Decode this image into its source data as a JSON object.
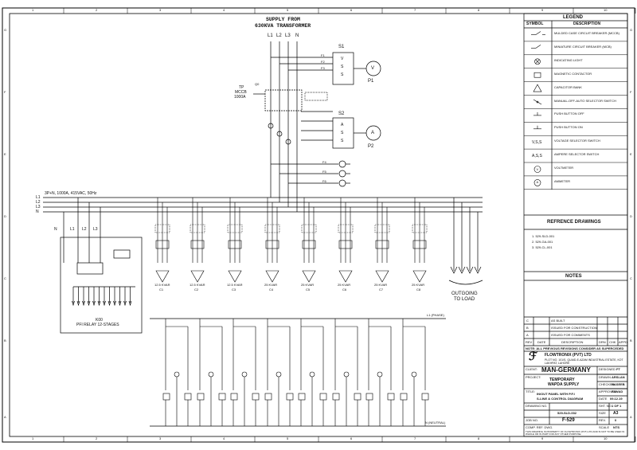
{
  "header": {
    "supply_line1": "SUPPLY FROM",
    "supply_line2": "630KVA TRANSFORMER",
    "phases": [
      "L1",
      "L2",
      "L3",
      "N"
    ]
  },
  "main_breaker": {
    "label_line1": "TP",
    "label_line2": "MCCB",
    "label_line3": "1000A",
    "tag": "Q0"
  },
  "selector_labels": {
    "s1": "S1",
    "s2": "S2",
    "p1": "P1",
    "p2": "P2",
    "v": "V",
    "a": "A",
    "vss": [
      "V",
      "S",
      "S"
    ],
    "ass": [
      "A",
      "S",
      "S"
    ]
  },
  "fuses": [
    "F1",
    "F2",
    "F3",
    "F4",
    "F5",
    "F6"
  ],
  "busbar": {
    "description": "3P+N, 1000A, 415VAC, 50Hz",
    "lines": [
      "L1",
      "L2",
      "L3",
      "N"
    ]
  },
  "relay": {
    "label_line1": "K00",
    "label_line2": "PFI RELAY 12-STAGES",
    "inputs": [
      "N",
      "L1",
      "L2",
      "L3"
    ]
  },
  "outgoing": {
    "line1": "OUTGOING",
    "line2": "TO LOAD"
  },
  "control": {
    "phase_label": "L1 (PHASE)",
    "neutral_label": "N (NEUTRAL)"
  },
  "legend": {
    "title": "LEGEND",
    "col_symbol": "SYMBOL",
    "col_desc": "DESCRIPTION",
    "items": [
      {
        "symbol": "mccb-icon",
        "desc": "MULDED CASE CIRCUIT BREAKER (MCCB)"
      },
      {
        "symbol": "mcb-icon",
        "desc": "MINIATURE CIRCUIT BREAKER (MCB)"
      },
      {
        "symbol": "indicating-light-icon",
        "desc": "INDICATING LIGHT"
      },
      {
        "symbol": "contactor-icon",
        "desc": "MAGNETIC CONTACTOR"
      },
      {
        "symbol": "capacitor-bank-icon",
        "desc": "CAPACITOR BANK"
      },
      {
        "symbol": "selector-switch-icon",
        "desc": "MANUAL-OFF-AUTO SELECTOR SWITCH"
      },
      {
        "symbol": "push-off-icon",
        "desc": "PUSH BUTTON OFF"
      },
      {
        "symbol": "push-on-icon",
        "desc": "PUSH BUTTON ON"
      },
      {
        "symbol": "V,S,S",
        "desc": "VOLTAGE SELECTOR SWITCH"
      },
      {
        "symbol": "A,S,S",
        "desc": "AMPERE SELECTOR SWITCH"
      },
      {
        "symbol": "V",
        "desc": "VOLTMETER"
      },
      {
        "symbol": "A",
        "desc": "AMMETER"
      }
    ]
  },
  "references": {
    "title": "REFRENCE DRAWINGS",
    "items": [
      "1.   529-SLD-001",
      "2.   529-GA-001",
      "3.   529-CL-001"
    ]
  },
  "notes": {
    "title": "NOTES"
  },
  "revisions": {
    "rows": [
      "AS BUILT",
      "ISSUED FOR CONSTRUCTION",
      "ISSUED FOR COMMENTS"
    ],
    "codes": [
      "C",
      "B",
      "A"
    ],
    "header": [
      "REV",
      "DATE",
      "DESCRIPTION",
      "DRN",
      "CHK",
      "APPD"
    ],
    "note": "NOTE:  ALL PREVIOUS REVISIONS CONSIDER AS SUPERCEDED"
  },
  "company": {
    "name": "FLOWTRONIX (PVT) LTD",
    "address": "PLOT NO. 101/S, QUAID-E-AZAM INDUSTRIAL ESTATE, KOT LAKHPAT, LAHORE"
  },
  "title_block": {
    "client_label": "CLIENT:",
    "client": "MAN-GERMANY",
    "project_label": "PROJECT:",
    "project_line1": "TEMPORARY",
    "project_line2": "WAPDA SUPPLY",
    "title_label": "TITLE:",
    "title_line1": "IN/OUT PANEL WITH P.F.I",
    "title_line2": "S-LINE & CONTROL DIAGRAM",
    "drawing_label": "DRAWING NO.",
    "drawing_no": "529-SLD-002",
    "job_label": "JOB NO.",
    "job_no": "F-529",
    "comp_label": "COMP. REF. DWG.",
    "designed_label": "DESIGNED",
    "designed": "FT",
    "drawn_label": "DRAWN",
    "drawn": "ARSLAN",
    "checked_label": "CHECKED",
    "checked": "HASEEB",
    "approved_label": "APPROVED",
    "approved": "FAWAD",
    "date_label": "DATE",
    "date": "09.12.19",
    "sheet_label": "SHT. NO.",
    "sheet": "1 OF 1",
    "size_label": "SIZE",
    "size": "A3",
    "rev_label": "REV.",
    "rev": "0",
    "scale_label": "SCALE",
    "scale": "NTS",
    "footer": "THIS DRAWING IS PROPERTY OF FLOWTRONIX (PVT) LTD AND IS NOT TO BE USED IN WHOLE OR IN PART FOR ANY OTHER PURPOSE."
  },
  "grid": {
    "cols": [
      "1",
      "2",
      "3",
      "4",
      "5",
      "6",
      "7",
      "8",
      "9",
      "10"
    ],
    "rows": [
      "G",
      "F",
      "E",
      "D",
      "C",
      "B",
      "A"
    ]
  },
  "steps": [
    "C1",
    "C2",
    "C3",
    "C4",
    "C5",
    "C6",
    "C7",
    "C8"
  ],
  "step_labels": [
    "12.5 KVAR",
    "12.5 KVAR",
    "12.5 KVAR",
    "25 KVAR",
    "25 KVAR",
    "25 KVAR",
    "25 KVAR",
    "25 KVAR"
  ]
}
